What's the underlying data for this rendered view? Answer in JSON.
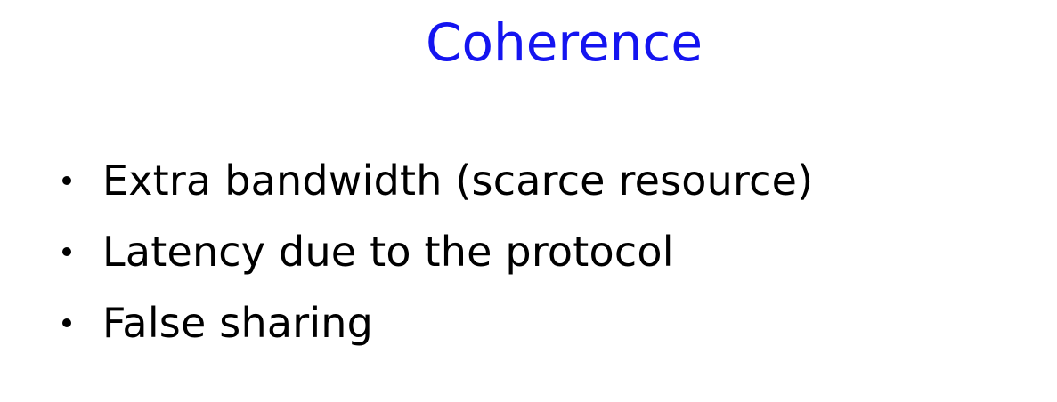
{
  "slide": {
    "title": "Coherence",
    "title_color": "#1414f0",
    "bullets": [
      "Extra bandwidth (scarce resource)",
      "Latency due to the protocol",
      "False sharing"
    ]
  }
}
